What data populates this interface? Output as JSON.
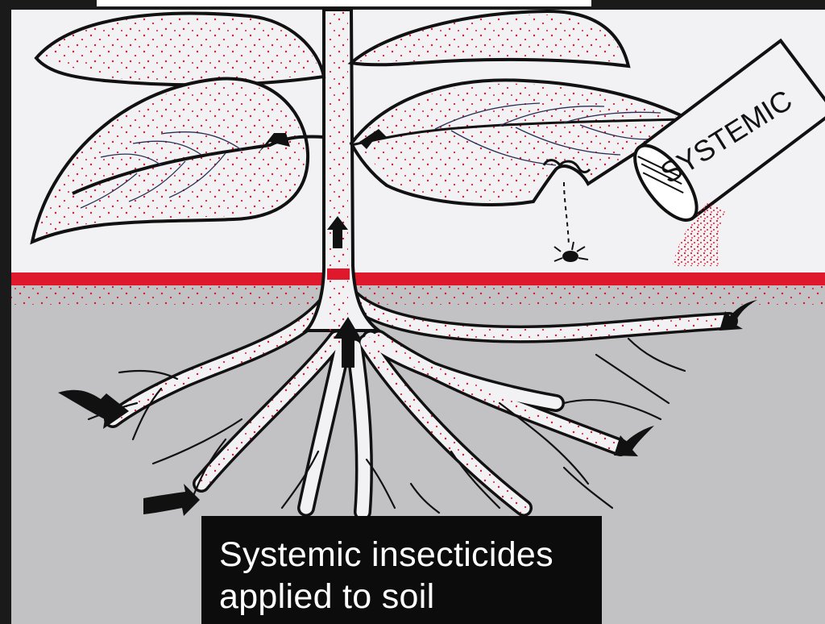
{
  "caption": {
    "line1": "Systemic insecticides",
    "line2": "applied to soil"
  },
  "can": {
    "label": "SYSTEMIC"
  },
  "colors": {
    "sky": "#f2f1f4",
    "soil": "#c2c1c4",
    "ground_line": "#e0182c",
    "insecticide_dots": "#e0182c",
    "outline": "#111111",
    "caption_bg": "#0c0c0c",
    "caption_text": "#ffffff"
  }
}
